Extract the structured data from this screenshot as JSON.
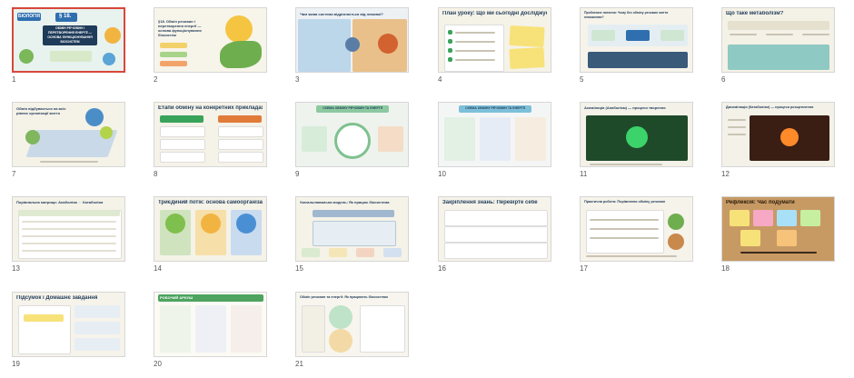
{
  "colors": {
    "selection": "#d9463b",
    "slide_bg": "#f3f0e6",
    "accent_green": "#3aa35a",
    "accent_blue": "#2f6fb0"
  },
  "slides": [
    {
      "number": "1",
      "title": "ОБМІН РЕЧОВИН І ПЕРЕТВОРЕННЯ ЕНЕРГІЇ — ОСНОВА ФУНКЦІОНУВАННЯ БІОСИСТЕМ",
      "badge": "§ 18.",
      "subject": "БІОЛОГІЯ"
    },
    {
      "number": "2",
      "title": "§18. Обмін речовин і перетворення енергії — основа функціонування біосистем"
    },
    {
      "number": "3",
      "title": "Чим жива система відрізняється від неживої?"
    },
    {
      "number": "4",
      "title": "План уроку: Що ми сьогодні досліджуємо?"
    },
    {
      "number": "5",
      "title": "Проблемне питання: Чому без обміну речовин життя неможливе?"
    },
    {
      "number": "6",
      "title": "Що таке метаболізм?"
    },
    {
      "number": "7",
      "title": "Обмін відбувається на всіх рівнях організації життя"
    },
    {
      "number": "8",
      "title": "Етапи обміну на конкретних прикладах"
    },
    {
      "number": "9",
      "title": "СХЕМА ОБМІНУ РЕЧОВИН ТА ЕНЕРГІЇ"
    },
    {
      "number": "10",
      "title": "СХЕМА ОБМІНУ РЕЧОВИН ТА ЕНЕРГІЇ"
    },
    {
      "number": "11",
      "title": "Асиміляція (Анаболізм) — процеси творення"
    },
    {
      "number": "12",
      "title": "Дисиміляція (Катаболізм) — процеси розщеплення"
    },
    {
      "number": "13",
      "title": "Порівняльна матриця: Анаболізм ⇔ Катаболізм"
    },
    {
      "number": "14",
      "title": "Триєдиний потік: основа самоорганізації"
    },
    {
      "number": "15",
      "title": "Узагальнювальна модель: Як працює біосистема"
    },
    {
      "number": "16",
      "title": "Закріплення знань: Перевірте себе"
    },
    {
      "number": "17",
      "title": "Практична робота: Порівняння обміну речовин"
    },
    {
      "number": "18",
      "title": "Рефлексія: Час подумати"
    },
    {
      "number": "19",
      "title": "Підсумок і Домашнє завдання"
    },
    {
      "number": "20",
      "title": "РОБОЧИЙ АРКУШ"
    },
    {
      "number": "21",
      "title": "Обмін речовин та енергії: Як працюють біосистеми"
    }
  ]
}
